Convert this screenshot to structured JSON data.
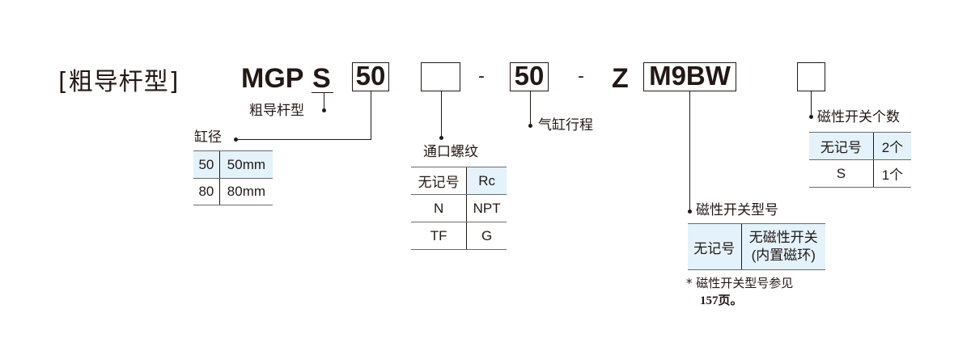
{
  "title": "[粗导杆型]",
  "code": {
    "series": "MGP",
    "type_letter": "S",
    "bore_box": "50",
    "port_box": "",
    "dash1": "-",
    "stroke_box": "50",
    "dash2": "-",
    "mount_letter": "Z",
    "switch_box": "M9BW",
    "count_box": ""
  },
  "labels": {
    "type": "粗导杆型",
    "bore": "缸径",
    "port": "通口螺纹",
    "stroke": "气缸行程",
    "switch_model": "磁性开关型号",
    "switch_count": "磁性开关个数"
  },
  "bore_table": [
    [
      "50",
      "50mm"
    ],
    [
      "80",
      "80mm"
    ]
  ],
  "port_table": [
    [
      "无记号",
      "Rc"
    ],
    [
      "N",
      "NPT"
    ],
    [
      "TF",
      "G"
    ]
  ],
  "switch_table": [
    [
      "无记号",
      "无磁性开关",
      "(内置磁环)"
    ]
  ],
  "count_table": [
    [
      "无记号",
      "2个"
    ],
    [
      "S",
      "1个"
    ]
  ],
  "note": {
    "line1": "* 磁性开关型号参见",
    "line2": "157页。"
  },
  "colors": {
    "row_highlight": "#e3f2fb",
    "line": "#231815"
  }
}
